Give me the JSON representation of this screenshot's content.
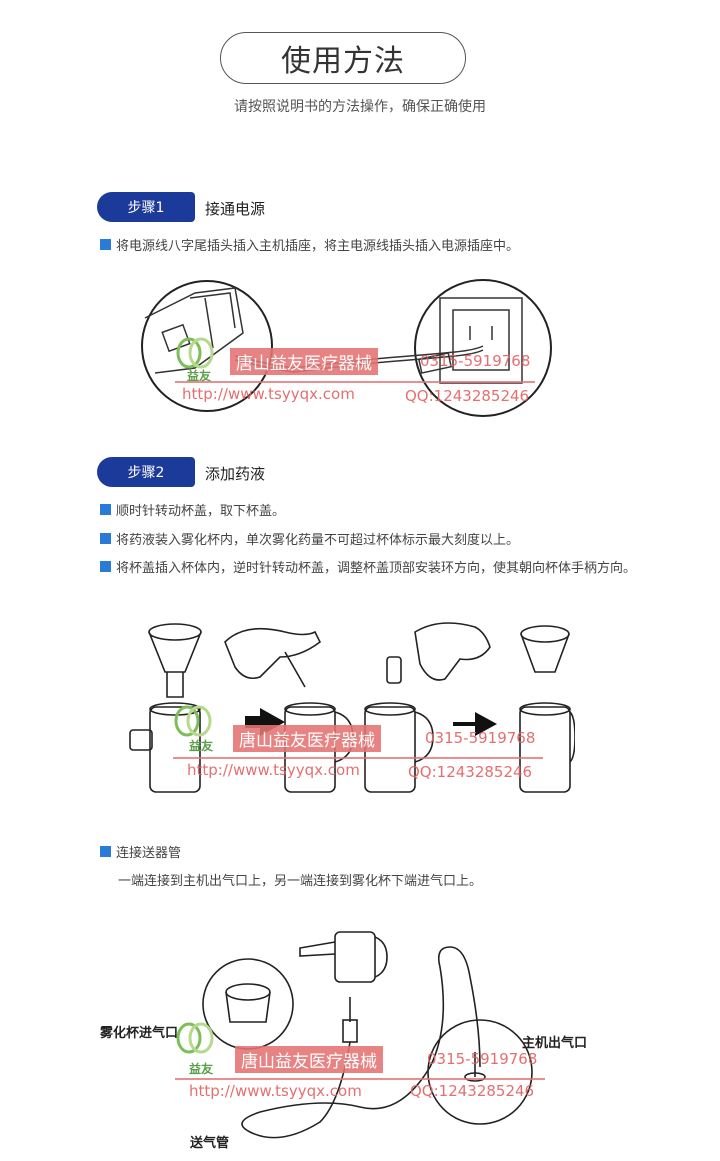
{
  "header": {
    "title": "使用方法",
    "subtitle": "请按照说明书的方法操作，确保正确使用"
  },
  "step1": {
    "badge": "步骤1",
    "title": "接通电源",
    "bullets": [
      "将电源线八字尾插头插入主机插座，将主电源线插头插入电源插座中。"
    ]
  },
  "step2": {
    "badge": "步骤2",
    "title": "添加药液",
    "bullets": [
      "顺时针转动杯盖，取下杯盖。",
      "将药液装入雾化杯内，单次雾化药量不可超过杯体标示最大刻度以上。",
      "将杯盖插入杯体内，逆时针转动杯盖，调整杯盖顶部安装环方向，使其朝向杯体手柄方向。"
    ]
  },
  "step3": {
    "bullet": "连接送器管",
    "text": "一端连接到主机出气口上，另一端连接到雾化杯下端进气口上。",
    "callouts": {
      "cup_inlet": "雾化杯进气口",
      "host_outlet": "主机出气口",
      "tube": "送气管"
    }
  },
  "watermark": {
    "company": "唐山益友医疗器械",
    "phone": "0315-5919768",
    "url": "http://www.tsyyqx.com",
    "qq": "QQ:1243285246",
    "logo_text": "益友"
  },
  "colors": {
    "badge": "#1c3a9a",
    "bullet_square": "#2a7ad8",
    "watermark": "#e57373"
  }
}
